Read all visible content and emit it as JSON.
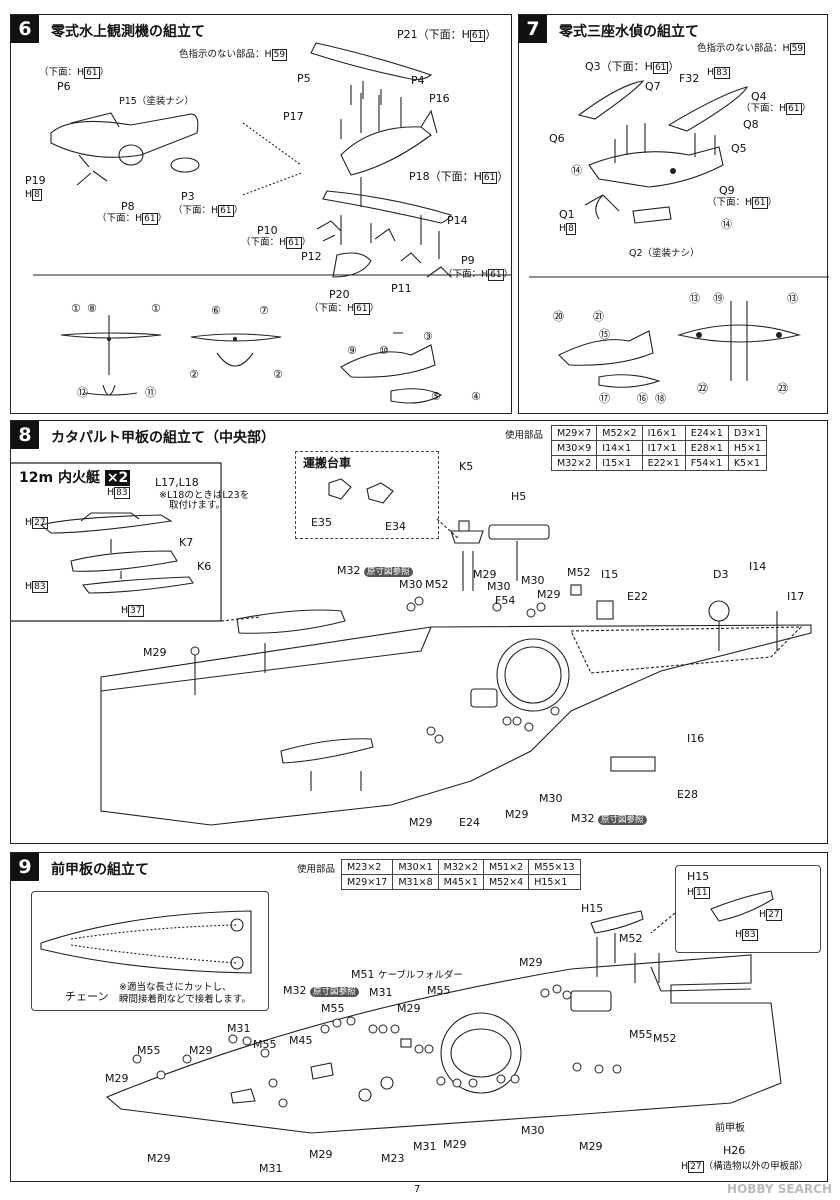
{
  "page_number": "7",
  "watermark": "HOBBY SEARCH",
  "step6": {
    "number": "6",
    "title": "零式水上観測機の組立て",
    "note": "色指示のない部品：H",
    "note_color": "59",
    "labels": [
      "P21（下面：H",
      "P5",
      "P4",
      "P17",
      "P16",
      "P15（塗装ナシ）",
      "P6",
      "（下面：H",
      "P19",
      "P3",
      "P8",
      "（下面：H",
      "（下面：H",
      "P18（下面：H",
      "P14",
      "P10",
      "（下面：H",
      "P12",
      "P9",
      "（下面：H",
      "P11",
      "P20",
      "（下面：H"
    ],
    "hnums": [
      "61",
      "61",
      "8",
      "61",
      "61",
      "61",
      "61",
      "61",
      "61"
    ],
    "markings": [
      "①",
      "⑧",
      "①",
      "⑥",
      "⑦",
      "②",
      "②",
      "⑫",
      "⑪",
      "③",
      "⑨",
      "⑩",
      "⑤",
      "④"
    ]
  },
  "step7": {
    "number": "7",
    "title": "零式三座水偵の組立て",
    "note": "色指示のない部品：H",
    "note_color": "59",
    "labels": [
      "Q3（下面：H",
      "F32",
      "H",
      "Q7",
      "Q4",
      "（下面：H",
      "Q6",
      "Q8",
      "Q5",
      "⑭",
      "Q9",
      "（下面：H",
      "Q1",
      "H",
      "⑭",
      "Q2（塗装ナシ）"
    ],
    "hnums": [
      "61",
      "83",
      "61",
      "61",
      "8"
    ],
    "markings": [
      "⑳",
      "㉑",
      "⑮",
      "⑰",
      "⑯",
      "⑱",
      "⑬",
      "⑲",
      "⑬",
      "㉒",
      "㉓"
    ]
  },
  "step8": {
    "number": "8",
    "title": "カタパルト甲板の組立て（中央部）",
    "parts_header": "使用部品",
    "parts": [
      [
        "M29×7",
        "M52×2",
        "I16×1",
        "E24×1",
        "D3×1"
      ],
      [
        "M30×9",
        "I14×1",
        "I17×1",
        "E28×1",
        "H5×1"
      ],
      [
        "M32×2",
        "I15×1",
        "E22×1",
        "F54×1",
        "K5×1"
      ]
    ],
    "boat_title": "12m 内火艇",
    "boat_count": "×2",
    "boat_labels": [
      "L17,L18",
      "H",
      "83",
      "※L18のときはL23を",
      "取付けます。",
      "H",
      "27",
      "K7",
      "K6",
      "H",
      "83",
      "H",
      "37"
    ],
    "cart_title": "運搬台車",
    "cart_parts": [
      "E35",
      "E34"
    ],
    "main_labels": [
      "K5",
      "H5",
      "M32",
      "原寸図参照",
      "M30",
      "M52",
      "M29",
      "M30",
      "M30",
      "F54",
      "M29",
      "M52",
      "I15",
      "E22",
      "D3",
      "I14",
      "I17",
      "M29",
      "I16",
      "E28",
      "M30",
      "M32",
      "原寸図参照",
      "M29",
      "E24",
      "M29"
    ]
  },
  "step9": {
    "number": "9",
    "title": "前甲板の組立て",
    "parts_header": "使用部品",
    "parts": [
      [
        "M23×2",
        "M30×1",
        "M32×2",
        "M51×2",
        "M55×13"
      ],
      [
        "M29×17",
        "M31×8",
        "M45×1",
        "M52×4",
        "H15×1"
      ]
    ],
    "chain_label": "チェーン",
    "chain_note1": "※適当な長さにカットし、",
    "chain_note2": "瞬間接着剤などで接着します。",
    "boat_labels": [
      "H15",
      "H",
      "11",
      "H",
      "27",
      "H",
      "83"
    ],
    "main_labels": [
      "H15",
      "M52",
      "M51",
      "ケーブルフォルダー",
      "M32",
      "原寸図参照",
      "M29",
      "M31",
      "M55",
      "M29",
      "M55",
      "M31",
      "M55",
      "M45",
      "M29",
      "M55",
      "M29",
      "M55",
      "M52",
      "M29",
      "M23",
      "M31",
      "M29",
      "M30",
      "M29",
      "M31",
      "M29",
      "前甲板",
      "H26",
      "H",
      "27",
      "（構造物以外の甲板部）"
    ]
  }
}
